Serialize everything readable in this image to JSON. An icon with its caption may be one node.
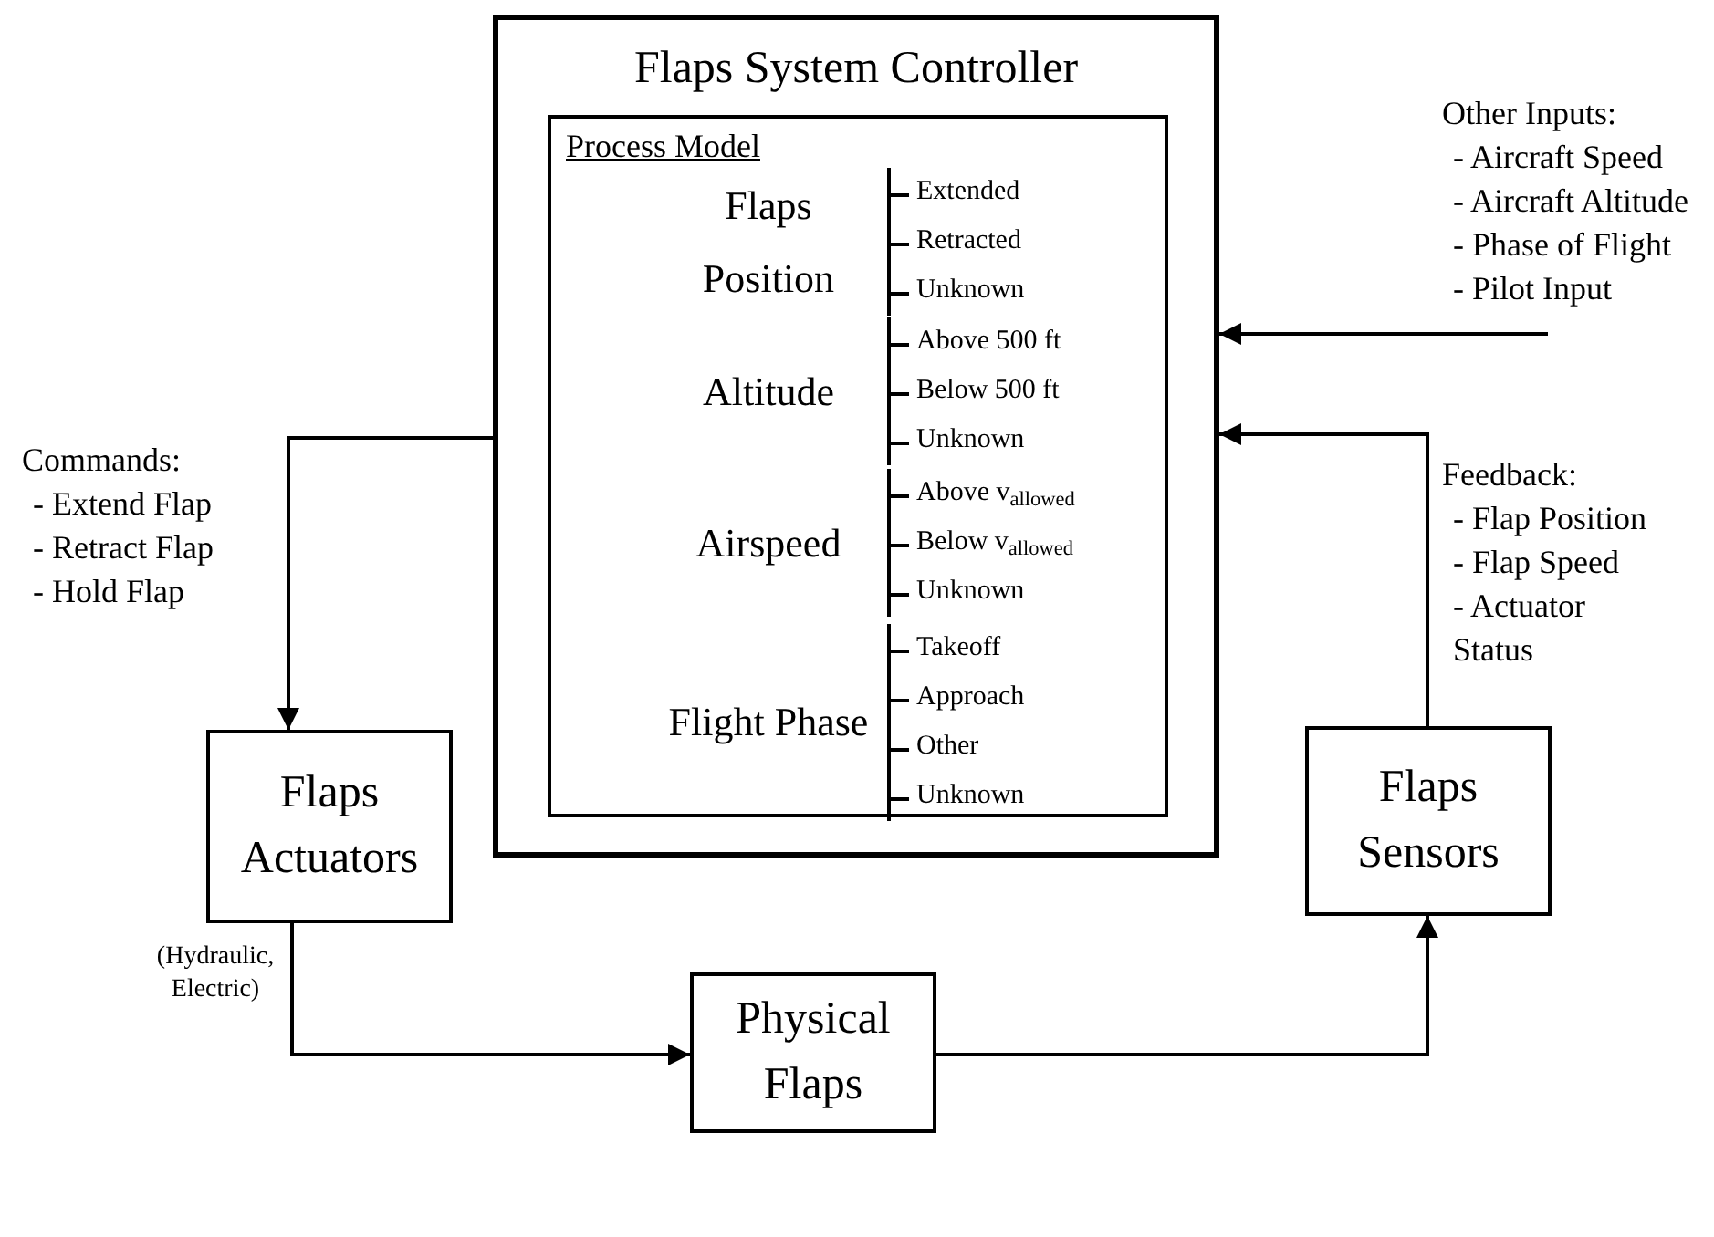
{
  "diagram": {
    "nodes": [
      {
        "text": [
          "Flaps System Controller"
        ]
      },
      {
        "text": [
          "Process Model"
        ],
        "in": 0
      },
      {
        "text": [
          "Flaps Actuators"
        ],
        "beside": [
          "(Hydraulic, Electric)"
        ]
      },
      {
        "text": [
          "Physical Flaps"
        ]
      },
      {
        "text": [
          "Flaps Sensors"
        ]
      }
    ],
    "edges": [
      {
        "from": 0,
        "to": 2,
        "arrow": "to"
      },
      {
        "from": 2,
        "to": 3,
        "arrow": "to"
      },
      {
        "from": 3,
        "to": 4,
        "arrow": "to"
      },
      {
        "from": 4,
        "to": 0,
        "arrow": "to"
      },
      {
        "from": null,
        "to": 0,
        "arrow": "to"
      }
    ],
    "labels": [
      "Flaps Position",
      "Extended",
      "Retracted",
      "Unknown",
      "Altitude",
      "Above 500 ft",
      "Below 500 ft",
      "Unknown",
      "Airspeed",
      "Above v$_{allowed}$",
      "Below v$_{allowed}$",
      "Unknown",
      "Flight Phase",
      "Takeoff",
      "Approach",
      "Other",
      "Unknown",
      "Commands:",
      "- Extend Flap",
      "- Retract Flap",
      "- Hold Flap",
      "Other Inputs:",
      "- Aircraft Speed",
      "- Aircraft Altitude",
      "- Phase of Flight",
      "- Pilot Input",
      "Feedback:",
      "- Flap Position",
      "- Flap Speed",
      "- Actuator Status"
    ]
  }
}
